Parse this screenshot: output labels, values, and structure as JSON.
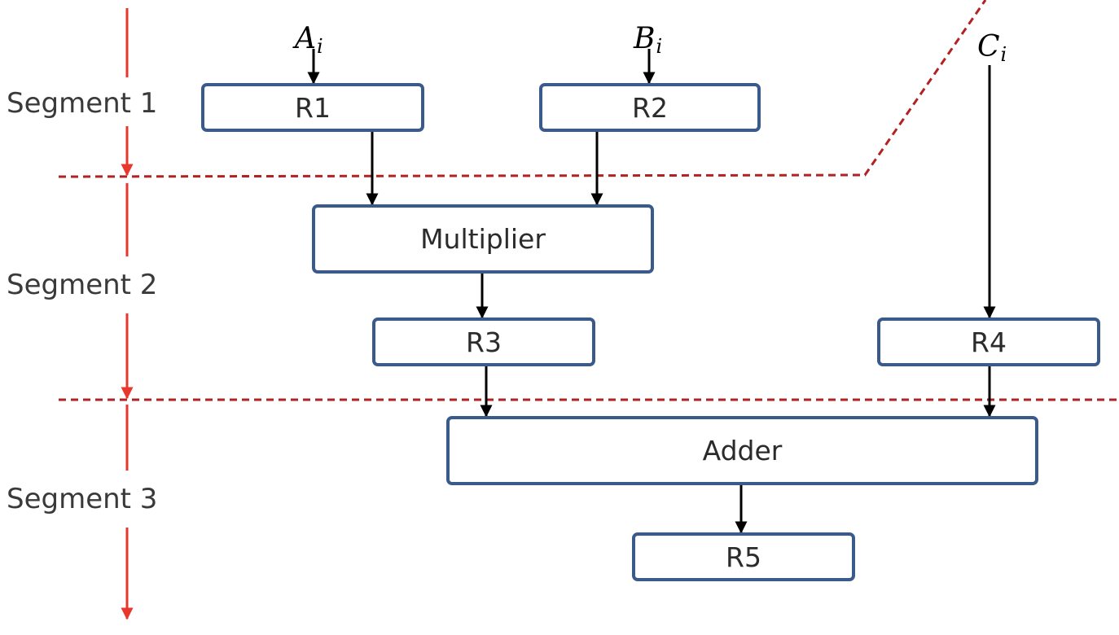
{
  "segments": [
    "Segment 1",
    "Segment 2",
    "Segment 3"
  ],
  "inputs": {
    "a": {
      "base": "A",
      "sub": "i"
    },
    "b": {
      "base": "B",
      "sub": "i"
    },
    "c": {
      "base": "C",
      "sub": "i"
    }
  },
  "blocks": {
    "r1": "R1",
    "r2": "R2",
    "multiplier": "Multiplier",
    "r3": "R3",
    "r4": "R4",
    "adder": "Adder",
    "r5": "R5"
  },
  "colors": {
    "box_border": "#3b5a8c",
    "segment_arrow": "#e8372c",
    "boundary_line": "#b22222",
    "wire": "#000000"
  }
}
